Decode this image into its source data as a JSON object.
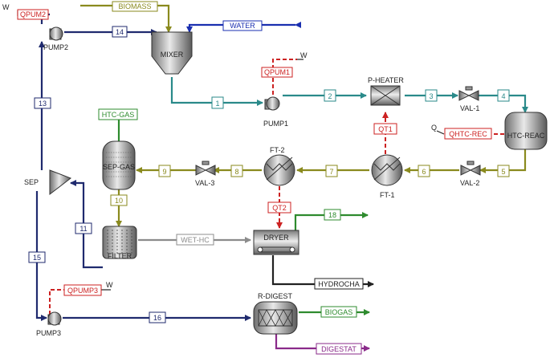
{
  "colors": {
    "dark_blue": "#1f2a6e",
    "teal": "#2a8a8a",
    "olive": "#8a8a1e",
    "green": "#2e8b2e",
    "heat_red": "#cc2222",
    "blue": "#1a2fb0",
    "gray": "#8c8c8c",
    "purple": "#8a2a8a",
    "black": "#222222"
  },
  "blocks": {
    "pump2": "PUMP2",
    "mixer": "MIXER",
    "pump1": "PUMP1",
    "pheater": "P-HEATER",
    "val1": "VAL-1",
    "htcreac": "HTC-REAC",
    "val2": "VAL-2",
    "ft1": "FT-1",
    "ft2": "FT-2",
    "val3": "VAL-3",
    "sepgas": "SEP-GAS",
    "sep": "SEP",
    "filter": "FILTER",
    "dryer": "DRYER",
    "rdigest": "R-DIGEST",
    "pump3": "PUMP3"
  },
  "heat_work": {
    "qpum2": "QPUM2",
    "qpum1": "QPUM1",
    "qt1": "QT1",
    "qhtcrec": "QHTC-REC",
    "qt2": "QT2",
    "qpump3": "QPUMP3",
    "w_pump2": "W",
    "w_pump1": "W",
    "w_pump3": "W",
    "q_htc": "Q"
  },
  "streams": {
    "biomass": "BIOMASS",
    "water": "WATER",
    "s14": "14",
    "s1": "1",
    "s2": "2",
    "s3": "3",
    "s4": "4",
    "s5": "5",
    "s6": "6",
    "s7": "7",
    "s8": "8",
    "s9": "9",
    "htcgas": "HTC-GAS",
    "s10": "10",
    "s11": "11",
    "s13": "13",
    "s15": "15",
    "s16": "16",
    "s18": "18",
    "wethc": "WET-HC",
    "hydrocha": "HYDROCHA",
    "biogas": "BIOGAS",
    "digestat": "DIGESTAT"
  }
}
